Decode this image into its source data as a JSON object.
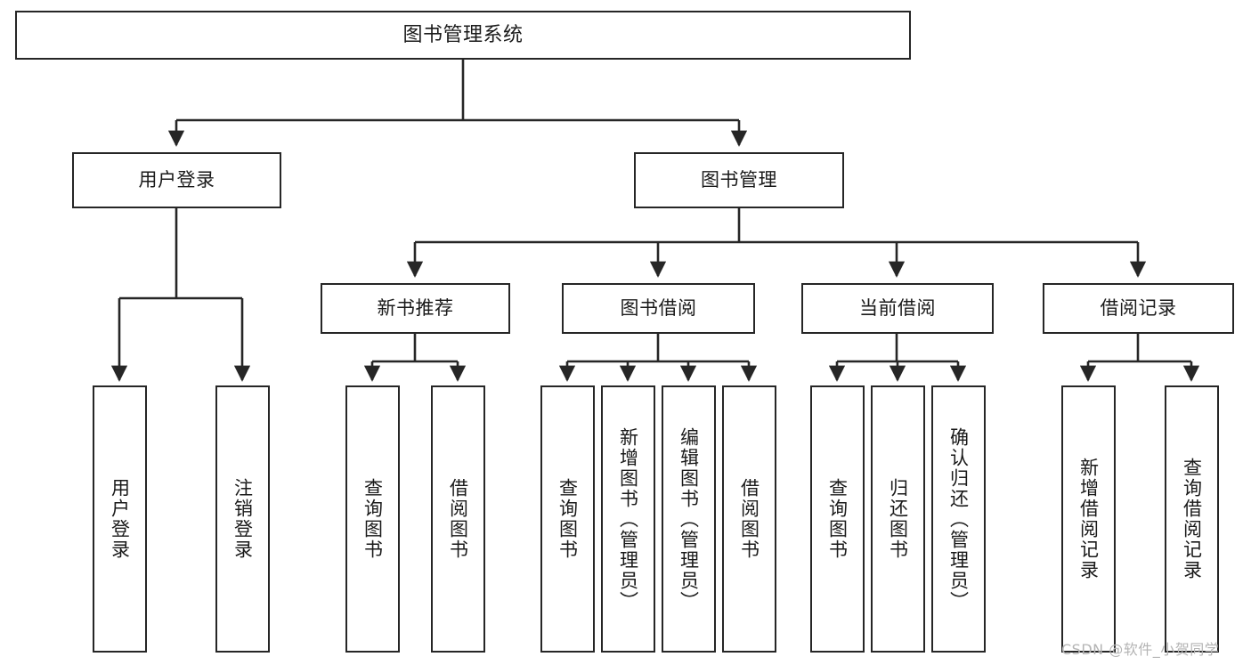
{
  "diagram": {
    "title": "图书管理系统",
    "watermark": "CSDN @软件_小贺同学",
    "colors": {
      "stroke": "#262626",
      "fill": "#ffffff",
      "text": "#1a1a1a",
      "watermark": "#b4b4b4"
    },
    "levels": {
      "root": {
        "label": "图书管理系统"
      },
      "level2": [
        {
          "label": "用户登录"
        },
        {
          "label": "图书管理"
        }
      ],
      "level3": [
        {
          "label": "新书推荐"
        },
        {
          "label": "图书借阅"
        },
        {
          "label": "当前借阅"
        },
        {
          "label": "借阅记录"
        }
      ],
      "leaves": {
        "user_login": [
          {
            "label": "用户登录"
          },
          {
            "label": "注销登录"
          }
        ],
        "new_book_recommend": [
          {
            "label": "查询图书"
          },
          {
            "label": "借阅图书"
          }
        ],
        "book_borrow": [
          {
            "label": "查询图书"
          },
          {
            "label": "新增图书（管理员）"
          },
          {
            "label": "编辑图书（管理员）"
          },
          {
            "label": "借阅图书"
          }
        ],
        "current_borrow": [
          {
            "label": "查询图书"
          },
          {
            "label": "归还图书"
          },
          {
            "label": "确认归还（管理员）"
          }
        ],
        "borrow_record": [
          {
            "label": "新增借阅记录"
          },
          {
            "label": "查询借阅记录"
          }
        ]
      }
    }
  }
}
